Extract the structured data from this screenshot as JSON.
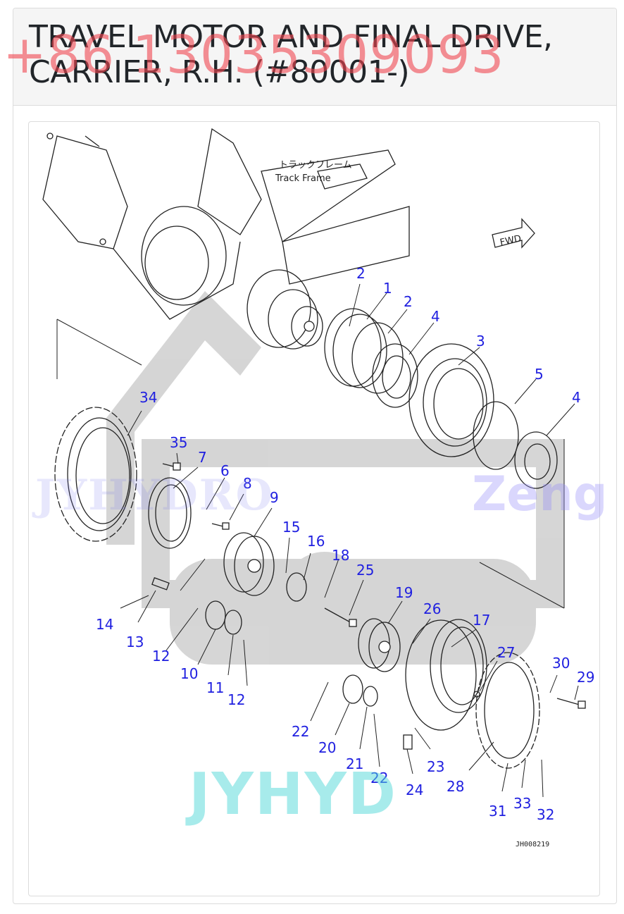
{
  "header": {
    "title": "TRAVEL MOTOR AND FINAL DRIVE, CARRIER, R.H. (#80001-)"
  },
  "watermarks": {
    "phone": "+86 13035309093",
    "brand_bottom": "JYHYD",
    "brand_mid": "Zeng",
    "brand_logo": "JYHYDRO"
  },
  "diagram": {
    "label_jp": "トラックフレーム",
    "label_en": "Track Frame",
    "direction_label": "FWD",
    "drawing_code": "JH008219",
    "callouts": [
      "1",
      "2",
      "2",
      "3",
      "4",
      "4",
      "5",
      "6",
      "7",
      "8",
      "9",
      "10",
      "11",
      "12",
      "12",
      "13",
      "14",
      "15",
      "16",
      "17",
      "18",
      "19",
      "20",
      "21",
      "22",
      "22",
      "23",
      "24",
      "25",
      "26",
      "27",
      "28",
      "29",
      "30",
      "31",
      "32",
      "33",
      "34",
      "35"
    ]
  },
  "colors": {
    "callout": "#2020e0",
    "phone_watermark": "#f04650",
    "brand_watermark": "#50d7d7"
  }
}
